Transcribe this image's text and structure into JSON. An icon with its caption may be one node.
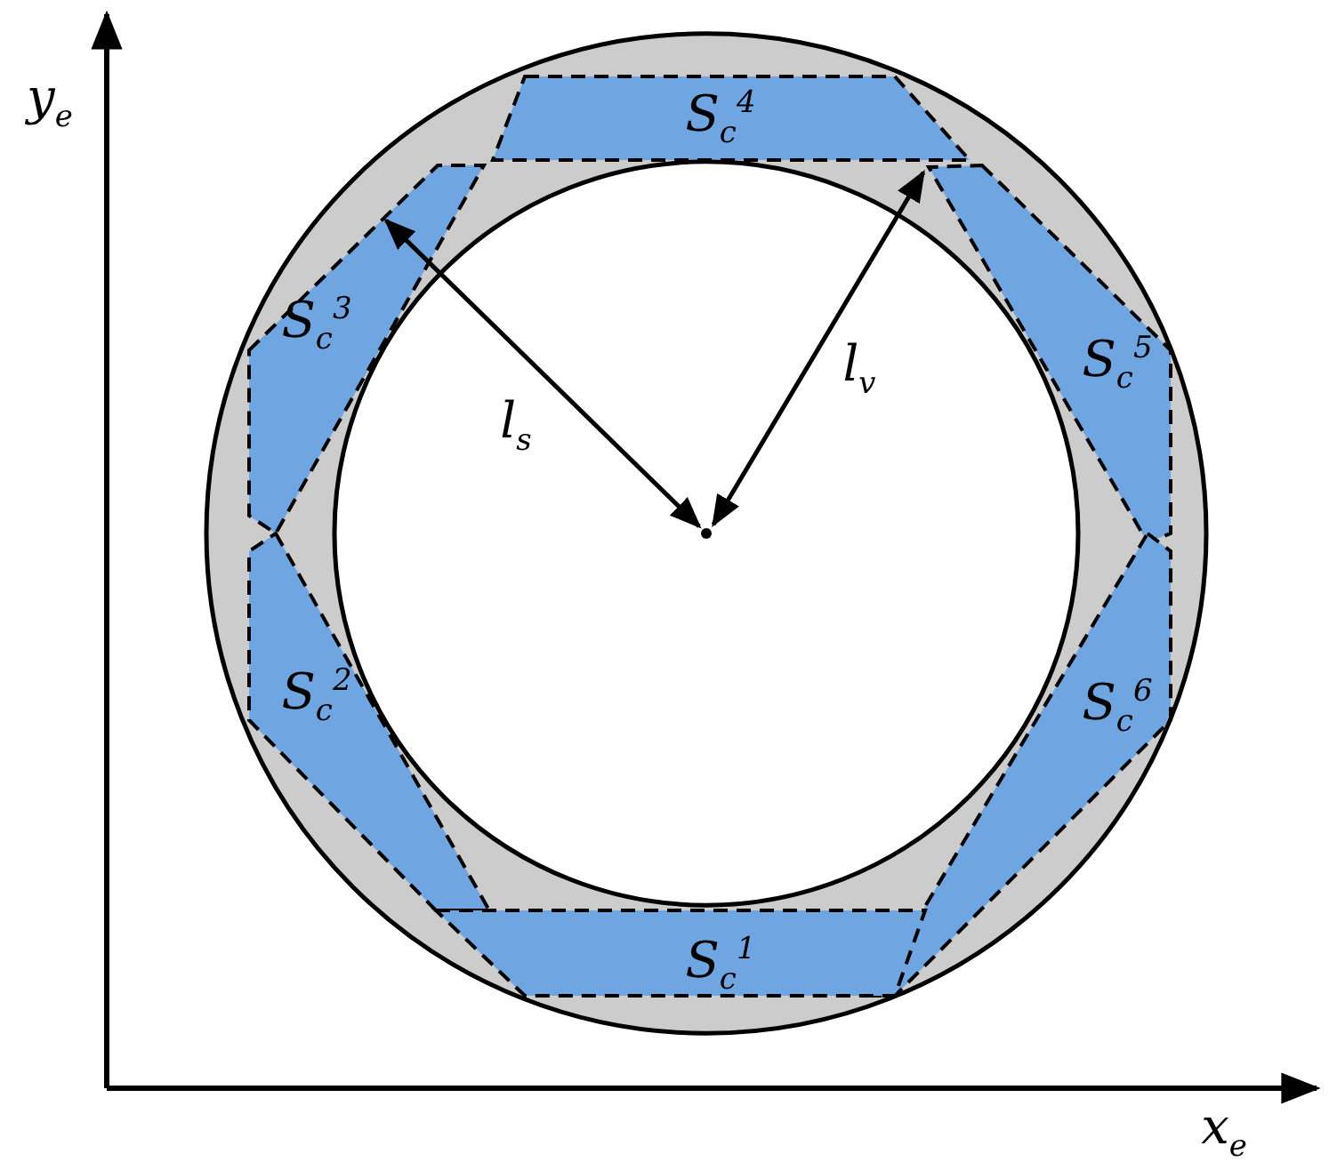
{
  "diagram": {
    "nodes": [
      {
        "text": [
          "S$_{c}$$^{4}$"
        ]
      },
      {
        "text": [
          "S$_{c}$$^{3}$"
        ]
      },
      {
        "text": [
          "S$_{c}$$^{5}$"
        ]
      },
      {
        "text": [
          "S$_{c}$$^{2}$"
        ]
      },
      {
        "text": [
          "S$_{c}$$^{6}$"
        ]
      },
      {
        "text": [
          "S$_{c}$$^{1}$"
        ]
      }
    ],
    "labels": [
      "y$_{e}$",
      "l$_{s}$",
      "l$_{v}$",
      "x$_{e}$"
    ]
  }
}
